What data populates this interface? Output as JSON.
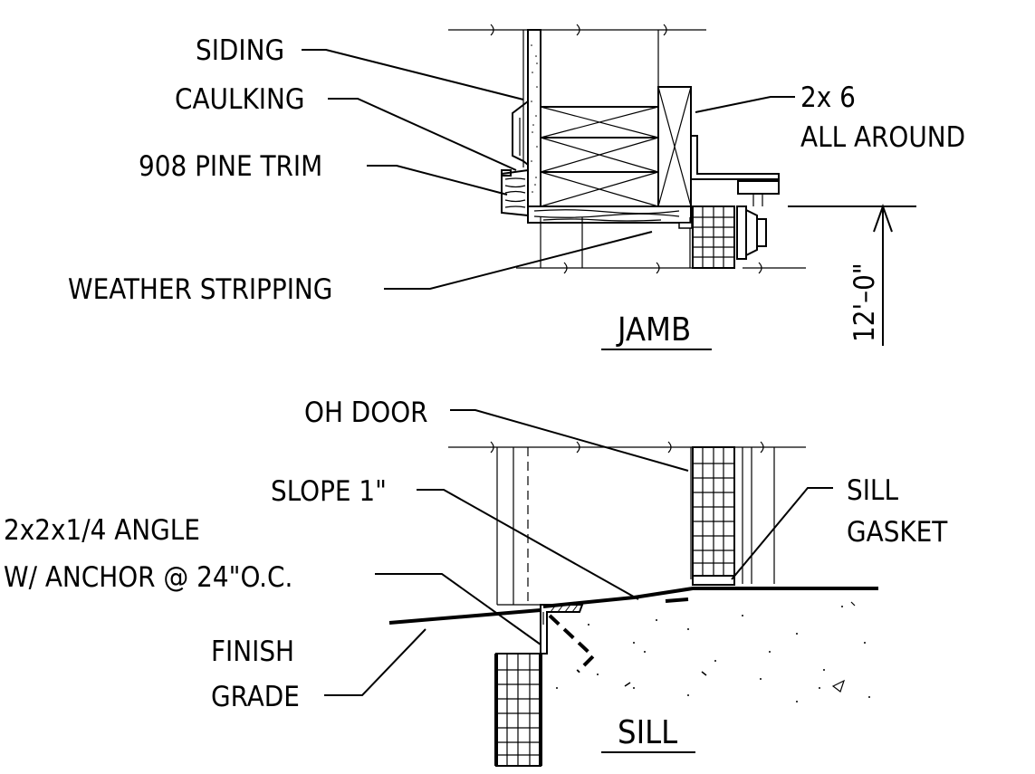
{
  "jamb": {
    "title": "JAMB",
    "labels": {
      "siding": "SIDING",
      "caulking": "CAULKING",
      "trim": "908 PINE TRIM",
      "weather": "WEATHER STRIPPING",
      "two_by_six_l1": "2x 6",
      "two_by_six_l2": "ALL AROUND"
    },
    "dimension": "12'–0\""
  },
  "sill": {
    "title": "SILL",
    "labels": {
      "oh_door": "OH DOOR",
      "slope": "SLOPE 1\"",
      "angle_l1": "2x2x1/4 ANGLE",
      "angle_l2": "W/ ANCHOR @ 24\"O.C.",
      "gasket_l1": "SILL",
      "gasket_l2": "GASKET",
      "grade_l1": "FINISH",
      "grade_l2": "GRADE"
    }
  }
}
